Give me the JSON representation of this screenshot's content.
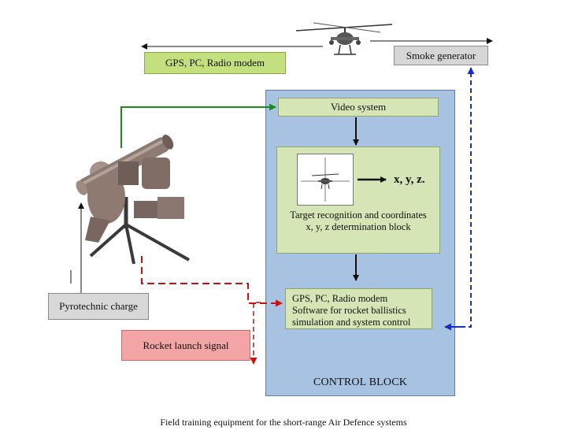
{
  "control_block": {
    "title": "CONTROL BLOCK"
  },
  "video_system": {
    "label": "Video system"
  },
  "target_block": {
    "line1": "Target recognition and coordinates",
    "line2": "x, y, z determination block",
    "output": "x, y, z."
  },
  "software_block": {
    "line1": "GPS, PC, Radio modem",
    "line2": "Software for rocket ballistics",
    "line3": "simulation and system control"
  },
  "gps_top": {
    "label": "GPS, PC, Radio modem"
  },
  "smoke_generator": {
    "label": "Smoke generator"
  },
  "pyrotechnic": {
    "label": "Pyrotechnic charge"
  },
  "rocket_signal": {
    "label": "Rocket launch signal"
  },
  "caption": "Field training equipment for the short-range Air Defence systems",
  "colors": {
    "green_arrow": "#1a8a1a",
    "red_dashed": "#cc1111",
    "blue_dashed": "#1a2fb8",
    "control_block": "#a8c3e2",
    "light_green": "#d6e5b6",
    "rocket_pink": "#f3a4a4"
  }
}
